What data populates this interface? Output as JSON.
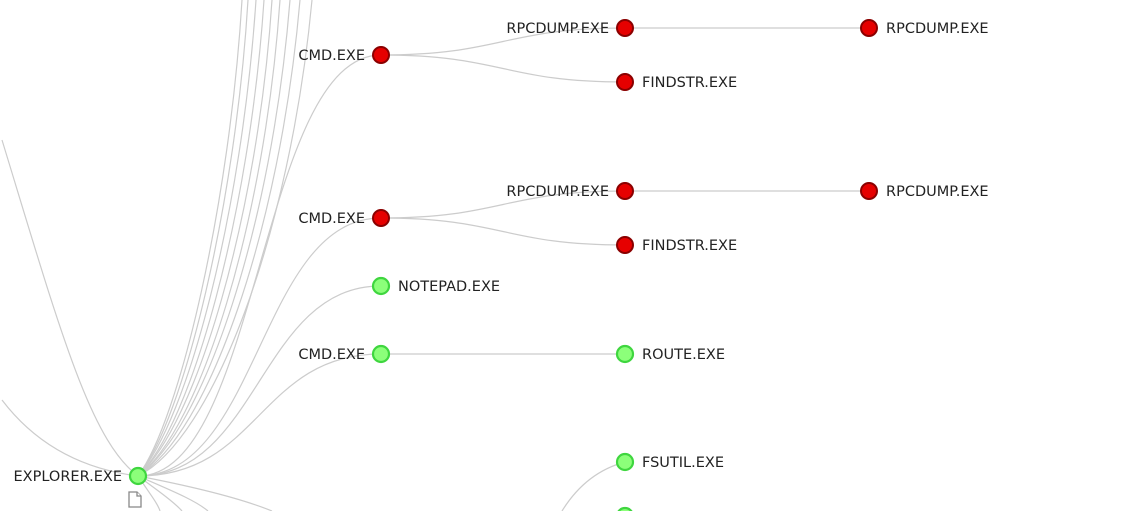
{
  "status_colors": {
    "flagged": "#e60000",
    "clean": "#8cff7a"
  },
  "nodes": [
    {
      "id": "explorer",
      "label": "EXPLORER.EXE",
      "status": "clean"
    },
    {
      "id": "cmd1",
      "label": "CMD.EXE",
      "status": "flagged"
    },
    {
      "id": "rpcdump1",
      "label": "RPCDUMP.EXE",
      "status": "flagged"
    },
    {
      "id": "rpcdump1b",
      "label": "RPCDUMP.EXE",
      "status": "flagged"
    },
    {
      "id": "findstr1",
      "label": "FINDSTR.EXE",
      "status": "flagged"
    },
    {
      "id": "cmd2",
      "label": "CMD.EXE",
      "status": "flagged"
    },
    {
      "id": "rpcdump2",
      "label": "RPCDUMP.EXE",
      "status": "flagged"
    },
    {
      "id": "rpcdump2b",
      "label": "RPCDUMP.EXE",
      "status": "flagged"
    },
    {
      "id": "findstr2",
      "label": "FINDSTR.EXE",
      "status": "flagged"
    },
    {
      "id": "notepad",
      "label": "NOTEPAD.EXE",
      "status": "clean"
    },
    {
      "id": "cmd3",
      "label": "CMD.EXE",
      "status": "clean"
    },
    {
      "id": "route",
      "label": "ROUTE.EXE",
      "status": "clean"
    },
    {
      "id": "fsutil",
      "label": "FSUTIL.EXE",
      "status": "clean"
    },
    {
      "id": "partial",
      "label": "",
      "status": "clean"
    }
  ],
  "edges": [
    [
      "explorer",
      "cmd1"
    ],
    [
      "explorer",
      "cmd2"
    ],
    [
      "explorer",
      "notepad"
    ],
    [
      "explorer",
      "cmd3"
    ],
    [
      "cmd1",
      "rpcdump1"
    ],
    [
      "cmd1",
      "findstr1"
    ],
    [
      "rpcdump1",
      "rpcdump1b"
    ],
    [
      "cmd2",
      "rpcdump2"
    ],
    [
      "cmd2",
      "findstr2"
    ],
    [
      "rpcdump2",
      "rpcdump2b"
    ],
    [
      "cmd3",
      "route"
    ]
  ],
  "explorer_icon": "document-icon"
}
